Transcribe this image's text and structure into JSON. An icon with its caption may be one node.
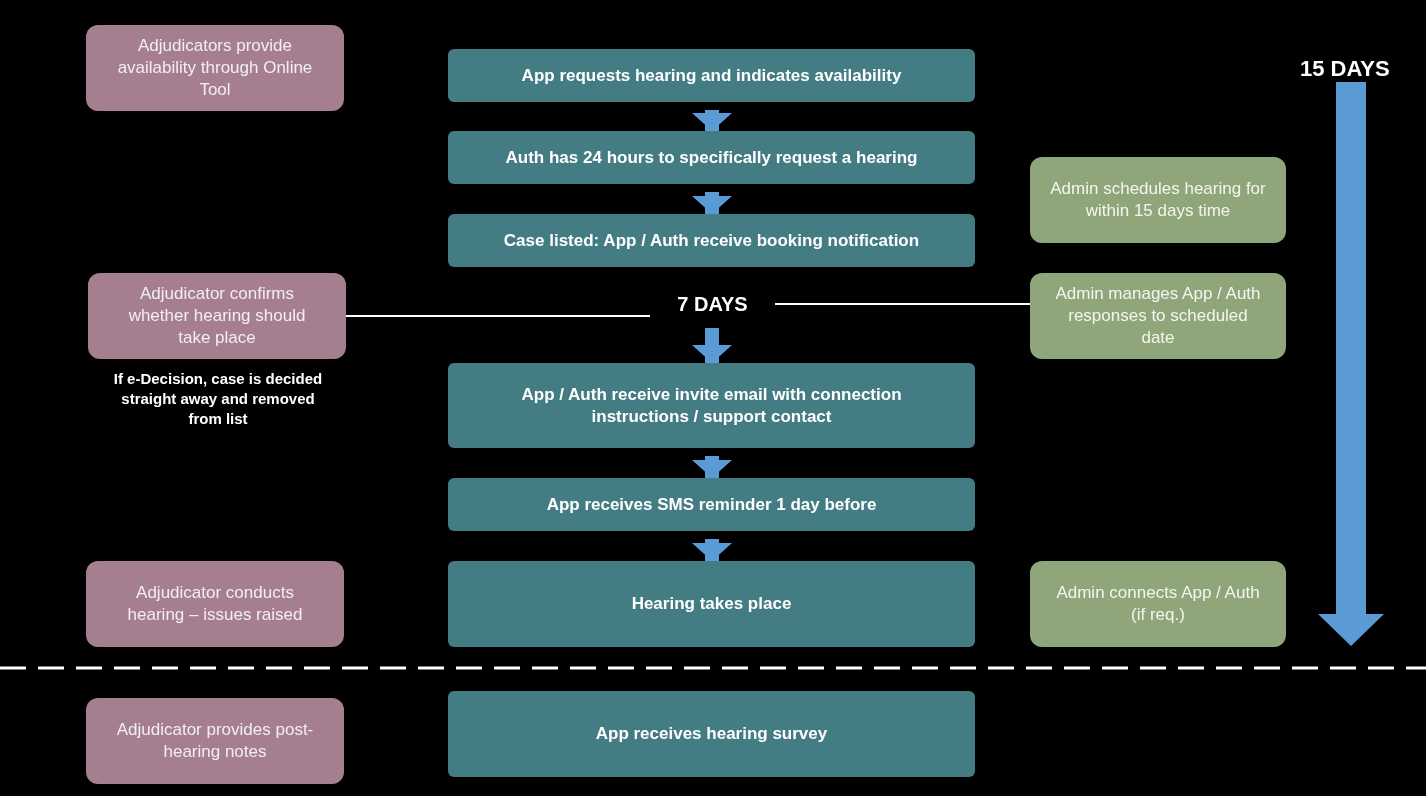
{
  "diagram": {
    "nodes": [
      {
        "text": [
          "Adjudicators provide availability through Online Tool"
        ]
      },
      {
        "text": [
          "App requests hearing and indicates availability"
        ]
      },
      {
        "text": [
          "Auth has 24 hours to specifically request a hearing"
        ]
      },
      {
        "text": [
          "Case listed: App / Auth receive booking notification"
        ]
      },
      {
        "text": [
          "Admin schedules hearing for within 15 days time"
        ]
      },
      {
        "text": [
          "Adjudicator confirms whether hearing should take place"
        ],
        "beside": [
          "If e-Decision, case is decided straight away and removed from list"
        ]
      },
      {
        "text": [
          "7 DAYS"
        ]
      },
      {
        "text": [
          "Admin manages App / Auth responses to scheduled date"
        ]
      },
      {
        "text": [
          "App / Auth receive invite email with connection instructions / support contact"
        ]
      },
      {
        "text": [
          "App receives SMS reminder 1 day before"
        ]
      },
      {
        "text": [
          "Adjudicator conducts hearing – issues raised"
        ]
      },
      {
        "text": [
          "Hearing takes place"
        ]
      },
      {
        "text": [
          "Admin connects App / Auth (if req.)"
        ]
      },
      {
        "text": [
          "Adjudicator provides post-hearing notes"
        ]
      },
      {
        "text": [
          "App receives hearing survey"
        ]
      }
    ],
    "edges": [
      {
        "from": 1,
        "to": 2,
        "arrow": "to"
      },
      {
        "from": 2,
        "to": 3,
        "arrow": "to"
      },
      {
        "from": 6,
        "to": 8,
        "arrow": "to"
      },
      {
        "from": 8,
        "to": 9,
        "arrow": "to"
      },
      {
        "from": 9,
        "to": 11,
        "arrow": "to"
      },
      {
        "from": 5,
        "to": 6,
        "arrow": "none",
        "color": "#ffffff"
      },
      {
        "from": 6,
        "to": 7,
        "arrow": "none",
        "color": "#ffffff"
      }
    ],
    "labels": [
      "15 DAYS"
    ]
  }
}
